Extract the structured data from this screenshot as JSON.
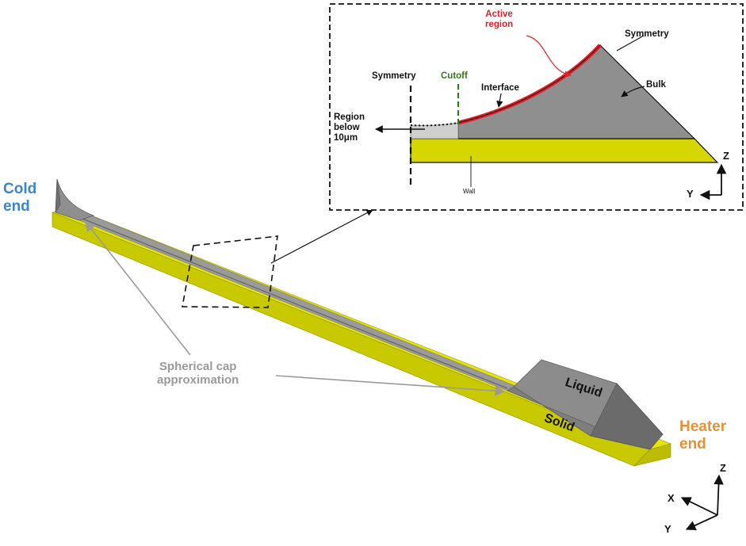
{
  "labels": {
    "cold_end": [
      "Cold",
      "end"
    ],
    "heater_end": [
      "Heater",
      "end"
    ],
    "spherical_cap": [
      "Spherical cap",
      "approximation"
    ],
    "liquid": "Liquid",
    "solid": "Solid"
  },
  "inset": {
    "active_region": [
      "Active",
      "region"
    ],
    "symmetry_left": "Symmetry",
    "cutoff": "Cutoff",
    "interface": "Interface",
    "symmetry_right": "Symmetry",
    "bulk": "Bulk",
    "region_below": [
      "Region",
      "below",
      "10μm"
    ],
    "wall": "Wall",
    "axis_z": "Z",
    "axis_y": "Y"
  },
  "main_axes": {
    "z": "Z",
    "x": "X",
    "y": "Y"
  },
  "colors": {
    "liquid": "#8a8a8a",
    "solid": "#d6d600",
    "active": "#e3202a",
    "cutoff": "#2e7d1e",
    "cold": "#3d85c6",
    "heater": "#e69138"
  }
}
